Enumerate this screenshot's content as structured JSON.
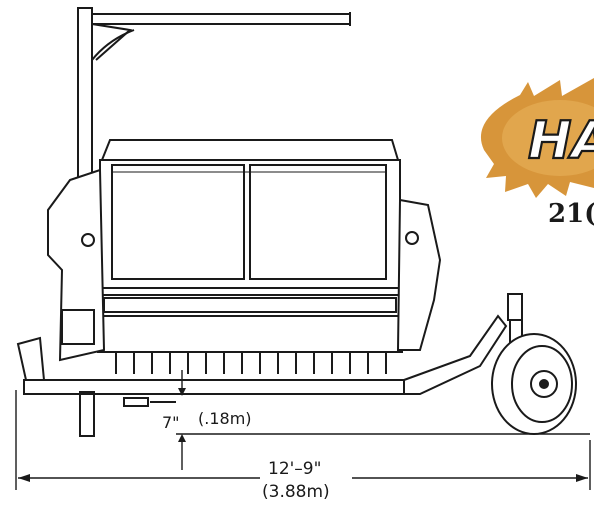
{
  "logo": {
    "text": "HA",
    "colors": {
      "fill": "#ffffff",
      "outline": "#1a1a1a",
      "burst": "#d38a25"
    }
  },
  "model_label": "21(",
  "dimensions": {
    "clearance_imperial": "7\"",
    "clearance_metric": "(.18m)",
    "length_imperial": "12'–9\"",
    "length_metric": "(3.88m)"
  }
}
